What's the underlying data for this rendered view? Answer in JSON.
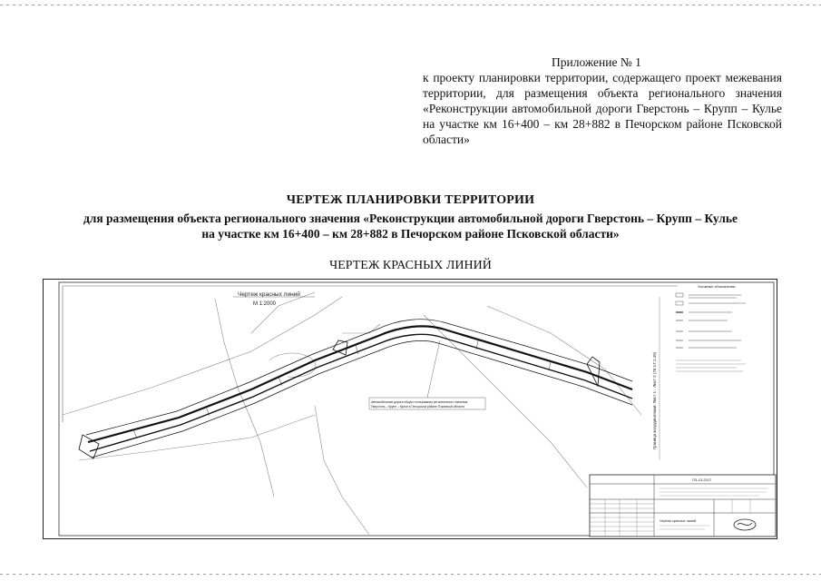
{
  "appendix": {
    "number": "Приложение № 1",
    "lines": [
      "к проекту планировки территории, содержащего проект межевания территории, для размещения объекта регионального значения «Реконструкции автомобильной дороги Гверстонь – Крупп – Кулье на участке км 16+400 – км 28+882  в Печорском районе Псковской области»"
    ]
  },
  "title": {
    "main": "ЧЕРТЕЖ ПЛАНИРОВКИ ТЕРРИТОРИИ",
    "line2": "для размещения объекта регионального значения «Реконструкции автомобильной дороги Гверстонь – Крупп – Кулье",
    "line3": "на участке км 16+400 – км 28+882 в Печорском районе Псковской области»",
    "section": "ЧЕРТЕЖ КРАСНЫХ ЛИНИЙ"
  },
  "drawing": {
    "map_title": "Чертеж красных линий",
    "scale": "М 1:2000",
    "road_label_1": "Автомобильная дорога общего пользования регионального значения",
    "road_label_2": "Гверстонь – Крупп – Кулье в Печорском районе Псковской области",
    "legend_title": "Условные обозначения:",
    "side_note": "Граница координатами: Лист 1 - Лист 2 (76:17:1:49)",
    "stamp_code": "ПЗ-13-2017",
    "stamp_sheet_title": "Чертеж красных линий"
  }
}
